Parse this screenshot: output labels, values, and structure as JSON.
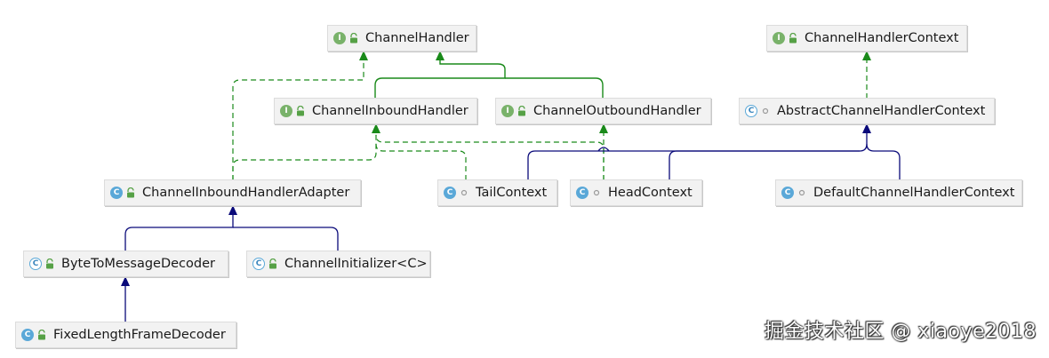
{
  "nodes": {
    "channel_handler": {
      "label": "ChannelHandler",
      "kind": "interface",
      "kind_letter": "I",
      "visibility": "public"
    },
    "channel_handler_context": {
      "label": "ChannelHandlerContext",
      "kind": "interface",
      "kind_letter": "I",
      "visibility": "public"
    },
    "channel_inbound_handler": {
      "label": "ChannelInboundHandler",
      "kind": "interface",
      "kind_letter": "I",
      "visibility": "public"
    },
    "channel_outbound_handler": {
      "label": "ChannelOutboundHandler",
      "kind": "interface",
      "kind_letter": "I",
      "visibility": "public"
    },
    "abstract_channel_handler_context": {
      "label": "AbstractChannelHandlerContext",
      "kind": "abstract",
      "kind_letter": "C",
      "visibility": "package"
    },
    "channel_inbound_handler_adapter": {
      "label": "ChannelInboundHandlerAdapter",
      "kind": "class",
      "kind_letter": "C",
      "visibility": "public"
    },
    "tail_context": {
      "label": "TailContext",
      "kind": "class",
      "kind_letter": "C",
      "visibility": "package"
    },
    "head_context": {
      "label": "HeadContext",
      "kind": "class",
      "kind_letter": "C",
      "visibility": "package"
    },
    "default_channel_handler_context": {
      "label": "DefaultChannelHandlerContext",
      "kind": "class",
      "kind_letter": "C",
      "visibility": "package"
    },
    "byte_to_message_decoder": {
      "label": "ByteToMessageDecoder",
      "kind": "abstract",
      "kind_letter": "C",
      "visibility": "public"
    },
    "channel_initializer": {
      "label": "ChannelInitializer<C>",
      "kind": "abstract",
      "kind_letter": "C",
      "visibility": "public"
    },
    "fixed_length_frame_decoder": {
      "label": "FixedLengthFrameDecoder",
      "kind": "class",
      "kind_letter": "C",
      "visibility": "public"
    }
  },
  "edges": [
    {
      "from": "channel_inbound_handler",
      "to": "channel_handler",
      "relation": "extends-interface"
    },
    {
      "from": "channel_outbound_handler",
      "to": "channel_handler",
      "relation": "extends-interface"
    },
    {
      "from": "channel_inbound_handler_adapter",
      "to": "channel_handler",
      "relation": "implements"
    },
    {
      "from": "channel_inbound_handler_adapter",
      "to": "channel_inbound_handler",
      "relation": "implements"
    },
    {
      "from": "tail_context",
      "to": "channel_inbound_handler",
      "relation": "implements"
    },
    {
      "from": "head_context",
      "to": "channel_inbound_handler",
      "relation": "implements"
    },
    {
      "from": "head_context",
      "to": "channel_outbound_handler",
      "relation": "implements"
    },
    {
      "from": "abstract_channel_handler_context",
      "to": "channel_handler_context",
      "relation": "implements"
    },
    {
      "from": "tail_context",
      "to": "abstract_channel_handler_context",
      "relation": "extends"
    },
    {
      "from": "head_context",
      "to": "abstract_channel_handler_context",
      "relation": "extends"
    },
    {
      "from": "default_channel_handler_context",
      "to": "abstract_channel_handler_context",
      "relation": "extends"
    },
    {
      "from": "byte_to_message_decoder",
      "to": "channel_inbound_handler_adapter",
      "relation": "extends"
    },
    {
      "from": "channel_initializer",
      "to": "channel_inbound_handler_adapter",
      "relation": "extends"
    },
    {
      "from": "fixed_length_frame_decoder",
      "to": "byte_to_message_decoder",
      "relation": "extends"
    }
  ],
  "colors": {
    "interface_edge": "#1a8a1a",
    "class_edge": "#0a0a7a",
    "interface_icon": "#79b26a",
    "class_icon": "#5aa8d8",
    "node_fill": "#f2f2f2"
  },
  "watermark": "掘金技术社区 @ xiaoye2018"
}
